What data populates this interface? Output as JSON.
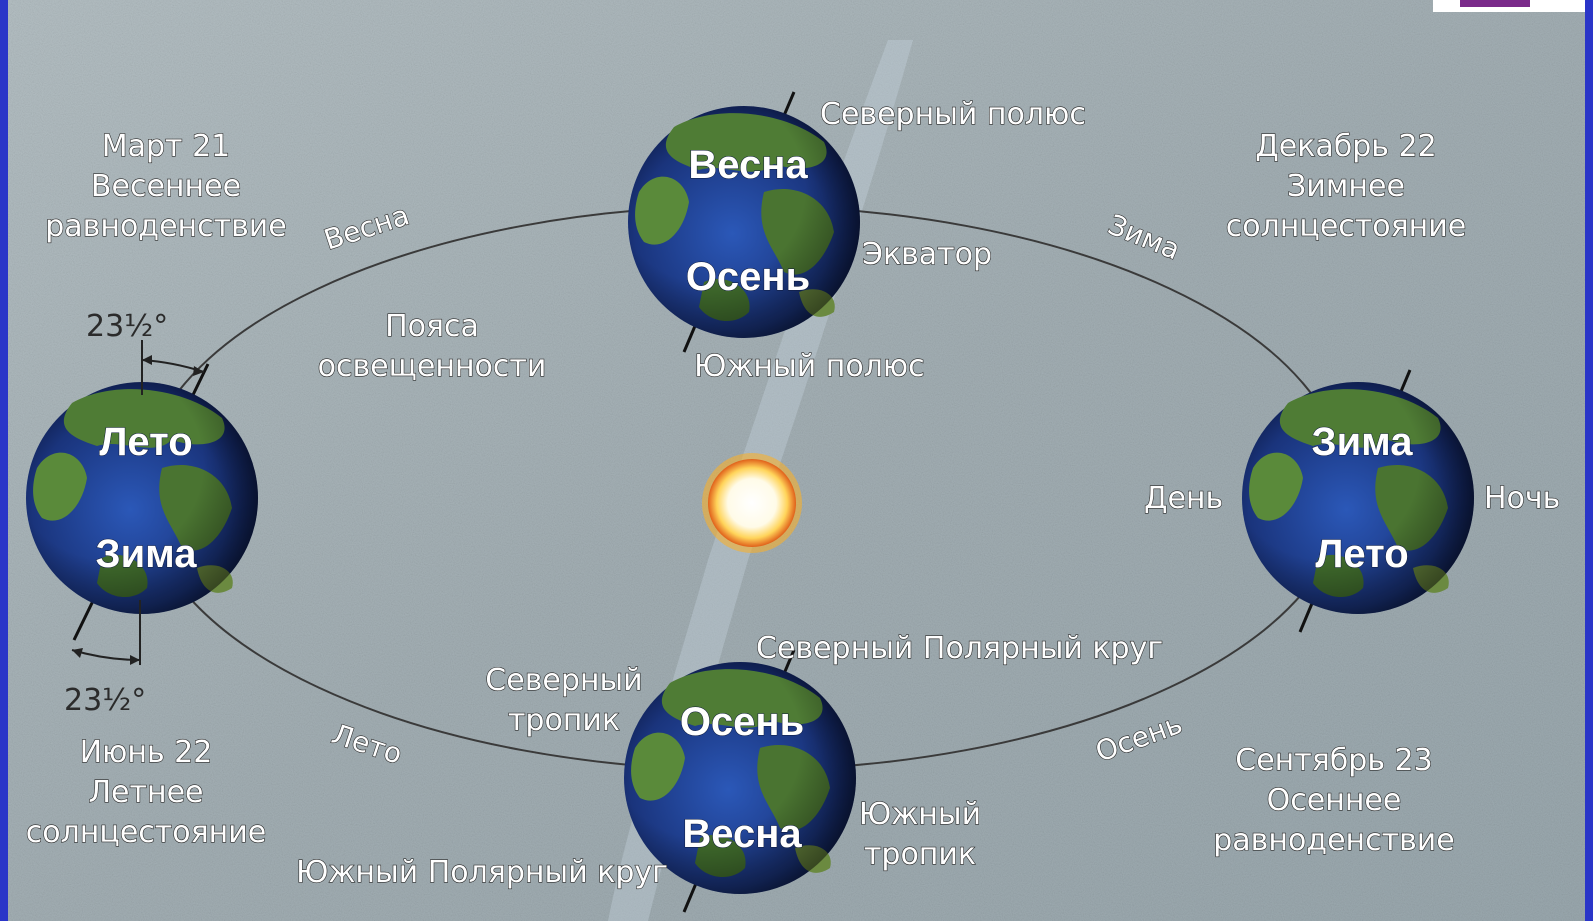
{
  "colors": {
    "background": "#aab6bb",
    "frame": "#2a35c8",
    "orbit": "#3a3a3a",
    "ocean": "#1f3d8a",
    "land": "#4e7a34",
    "sun": "#fff6d8"
  },
  "corner_points": {
    "top_left": [
      "Март 21",
      "Весеннее",
      "равноденствие"
    ],
    "top_right": [
      "Декабрь 22",
      "Зимнее",
      "солнцестояние"
    ],
    "bottom_left": [
      "Июнь 22",
      "Летнее",
      "солнцестояние"
    ],
    "bottom_right": [
      "Сентябрь 23",
      "Осеннее",
      "равноденствие"
    ]
  },
  "earths": {
    "top": {
      "upper": "Весна",
      "lower": "Осень"
    },
    "left": {
      "upper": "Лето",
      "lower": "Зима"
    },
    "right": {
      "upper": "Зима",
      "lower": "Лето"
    },
    "bottom": {
      "upper": "Осень",
      "lower": "Весна"
    }
  },
  "orbit_labels": {
    "spring": "Весна",
    "winter": "Зима",
    "summer": "Лето",
    "autumn": "Осень"
  },
  "annotations": {
    "north_pole": "Северный полюс",
    "equator": "Экватор",
    "south_pole": "Южный полюс",
    "zones": [
      "Пояса",
      "освещенности"
    ],
    "day": "День",
    "night": "Ночь",
    "arctic_circle": "Северный Полярный круг",
    "tropic_cancer": [
      "Северный",
      "тропик"
    ],
    "tropic_capricorn": [
      "Южный",
      "тропик"
    ],
    "antarctic_circle": "Южный Полярный круг",
    "tilt_top": "23½°",
    "tilt_bottom": "23½°"
  }
}
